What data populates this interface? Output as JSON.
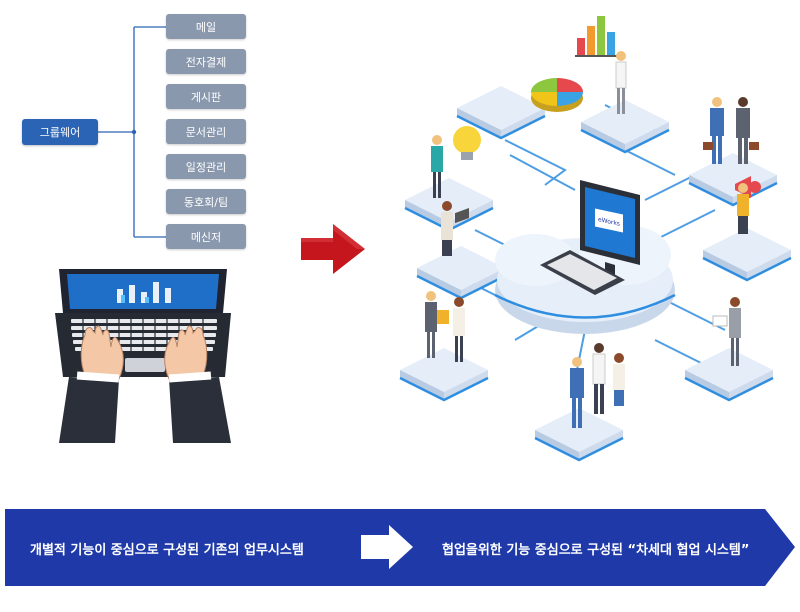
{
  "groupware": {
    "root_label": "그룹웨어",
    "items": [
      {
        "label": "메일"
      },
      {
        "label": "전자결제"
      },
      {
        "label": "게시판"
      },
      {
        "label": "문서관리"
      },
      {
        "label": "일정관리"
      },
      {
        "label": "동호회/팀"
      },
      {
        "label": "메신저"
      }
    ]
  },
  "laptop_logo": "eWorks",
  "banner": {
    "left_text": "개별적 기능이 중심으로 구성된 기존의 업무시스템",
    "right_text": "협업을위한 기능 중심으로 구성된 “차세대 협업 시스템”"
  },
  "colors": {
    "root_node": "#2b63b5",
    "menu_item": "#8a98ae",
    "tree_line": "#2b63b5",
    "arrow_red": "#c4161c",
    "banner_blue": "#1f3aa8",
    "platform": "#dfe9f5",
    "platform_edge": "#2f8ee0"
  }
}
